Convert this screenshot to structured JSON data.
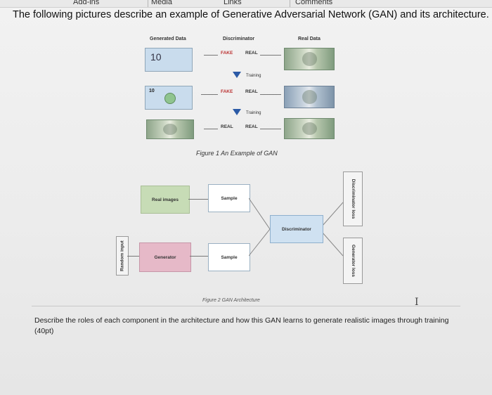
{
  "toolbar": {
    "items": [
      "Add-ins",
      "Media",
      "Links",
      "Comments"
    ]
  },
  "heading": "The following pictures describe an example of Generative Adversarial Network (GAN) and its architecture.",
  "figure1": {
    "col_generated": "Generated Data",
    "col_discriminator": "Discriminator",
    "col_real": "Real Data",
    "row1_sample": "10",
    "row2_sample": "10",
    "rows": [
      {
        "left": "FAKE",
        "right": "REAL"
      },
      {
        "left": "FAKE",
        "right": "REAL"
      },
      {
        "left": "REAL",
        "right": "REAL"
      }
    ],
    "training_label_1": "Training",
    "training_label_2": "Training",
    "caption": "Figure 1 An Example of GAN"
  },
  "figure2": {
    "real_images": "Real images",
    "sample_top": "Sample",
    "sample_bottom": "Sample",
    "generator": "Generator",
    "random_input": "Random input",
    "discriminator": "Discriminator",
    "discriminator_loss": "Discriminator loss",
    "generator_loss": "Generator loss",
    "caption": "Figure 2 GAN Architecture"
  },
  "question": "Describe the roles of each component in the architecture and how this GAN learns to generate realistic images through training (40pt)",
  "colors": {
    "generator": "#e6b9c8",
    "real_images": "#c7dcb6",
    "discriminator": "#cfe1f1",
    "arrow": "#2b5aa6"
  }
}
